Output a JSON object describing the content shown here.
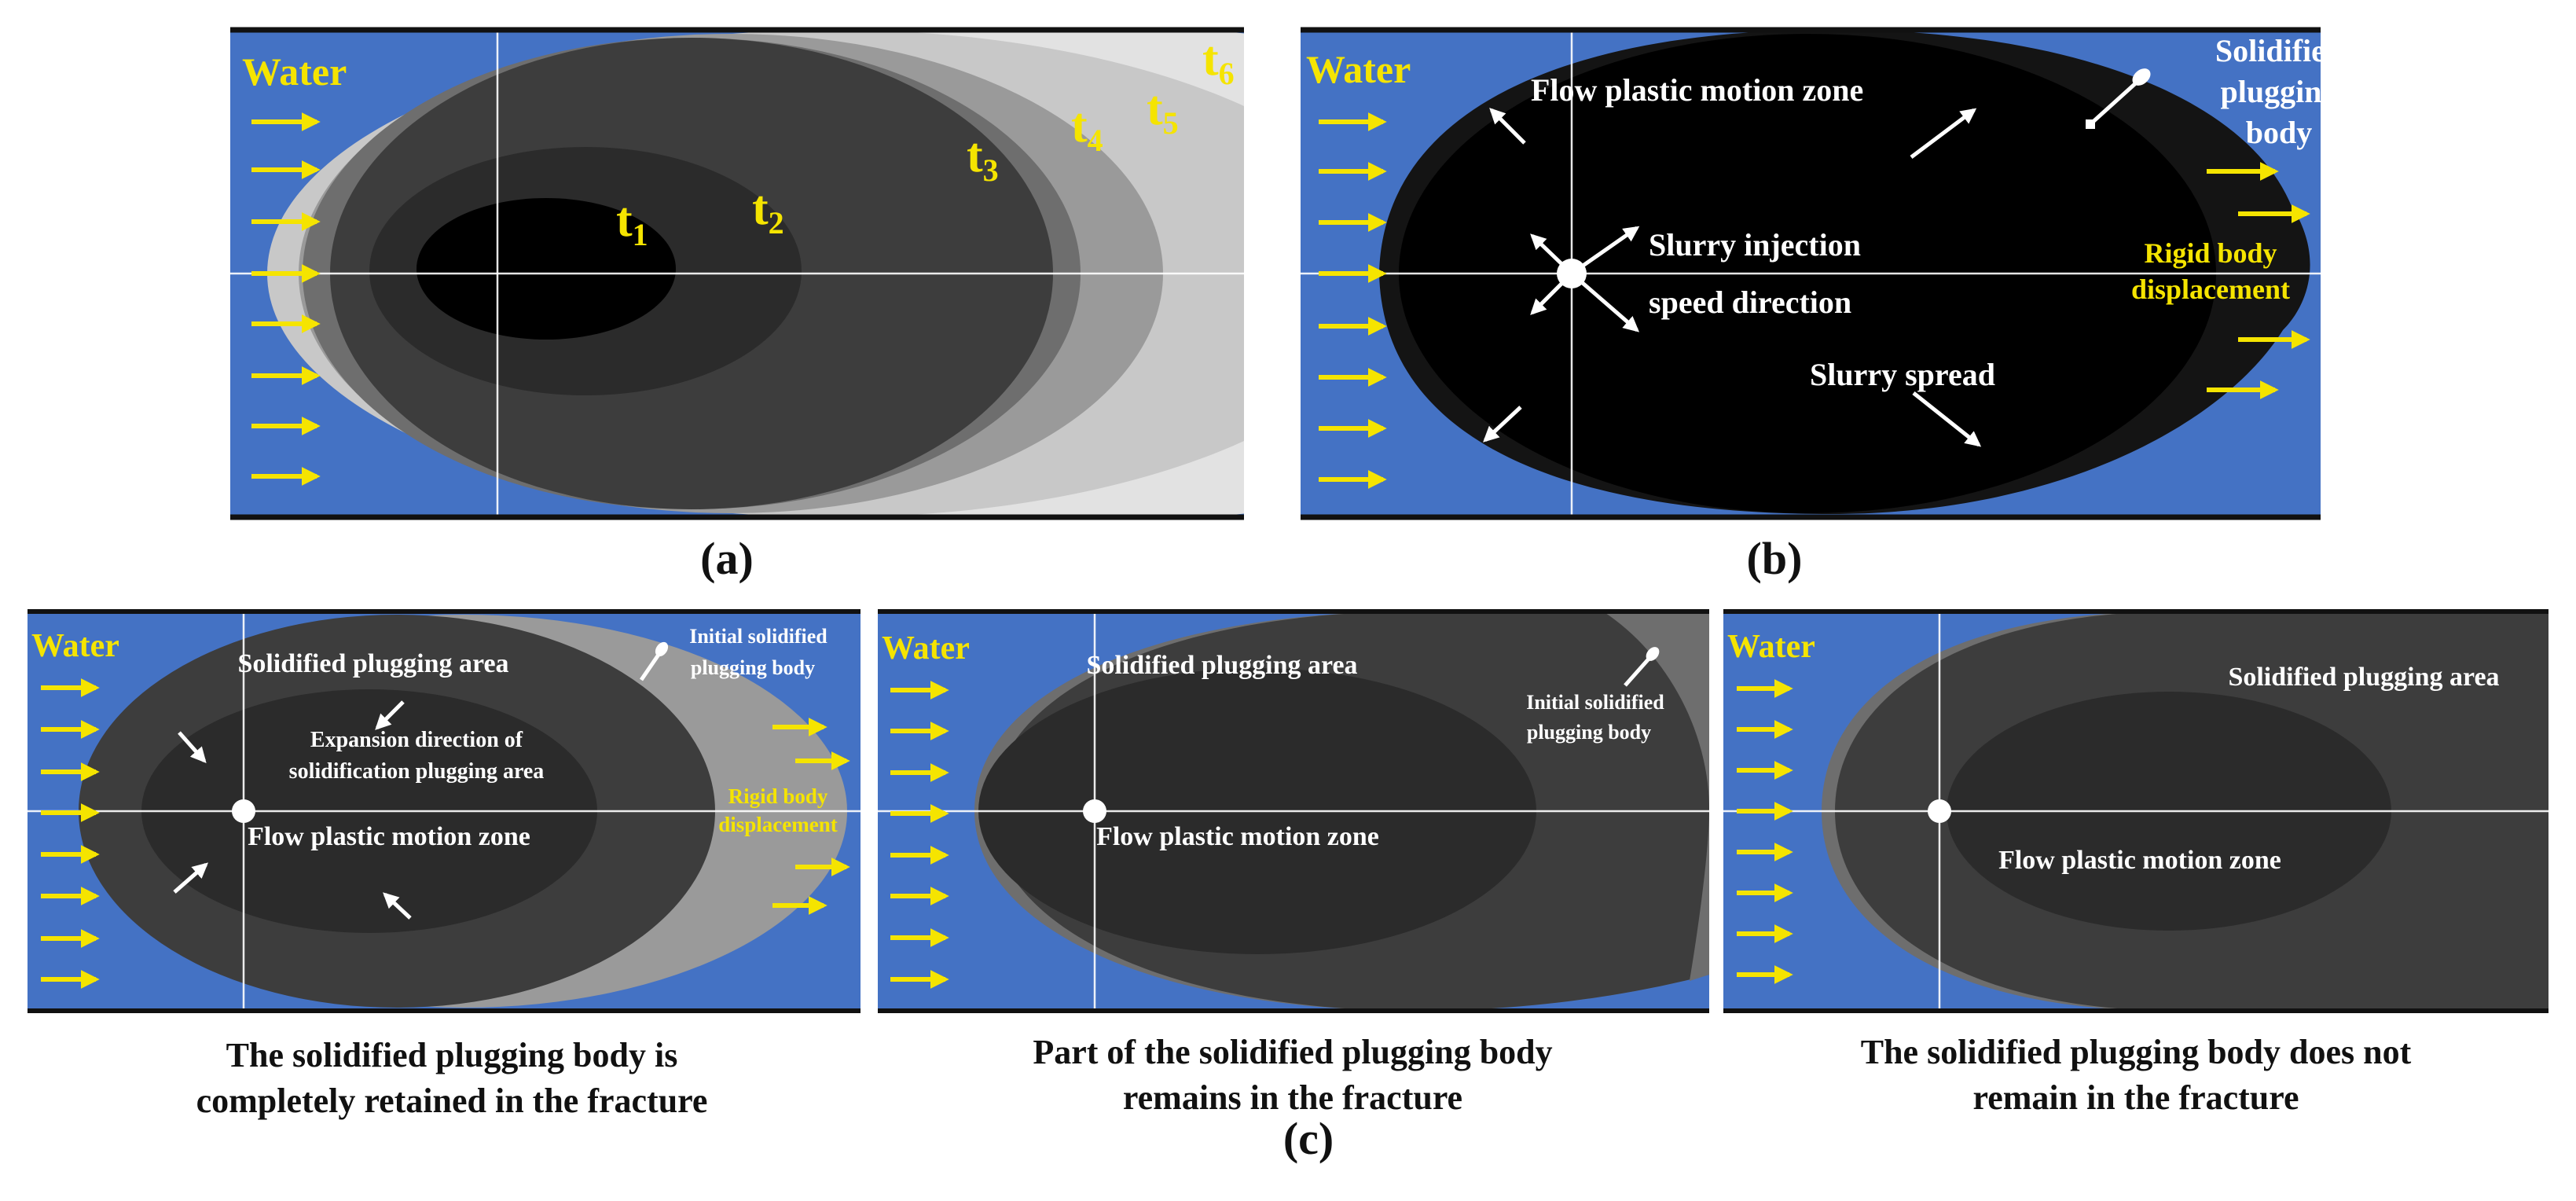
{
  "colors": {
    "water_blue": "#4472c4",
    "zone_black": "#000000",
    "zone_darkest": "#141414",
    "zone_dark": "#2b2b2b",
    "zone_mid": "#3d3d3d",
    "zone_gray": "#6e6e6e",
    "zone_light": "#9a9a9a",
    "zone_lighter": "#c8c8c8",
    "zone_lightest": "#e2e2e2",
    "label_yellow": "#f5e400",
    "label_white": "#ffffff",
    "border_black": "#111111"
  },
  "panel_a": {
    "water": "Water",
    "times": [
      {
        "t": "t",
        "sub": "1"
      },
      {
        "t": "t",
        "sub": "2"
      },
      {
        "t": "t",
        "sub": "3"
      },
      {
        "t": "t",
        "sub": "4"
      },
      {
        "t": "t",
        "sub": "5"
      },
      {
        "t": "t",
        "sub": "6"
      }
    ],
    "caption": "(a)"
  },
  "panel_b": {
    "water": "Water",
    "flow_zone": "Flow plastic motion zone",
    "solidified_1": "Solidified",
    "solidified_2": "plugging",
    "solidified_3": "body",
    "injection_1": "Slurry injection",
    "injection_2": "speed direction",
    "rigid_1": "Rigid body",
    "rigid_2": "displacement",
    "spread": "Slurry spread",
    "caption": "(b)"
  },
  "panel_c1": {
    "water": "Water",
    "solid_area": "Solidified plugging area",
    "initial_1": "Initial solidified",
    "initial_2": "plugging body",
    "expansion_1": "Expansion direction of",
    "expansion_2": "solidification plugging area",
    "rigid_1": "Rigid body",
    "rigid_2": "displacement",
    "flow_zone": "Flow plastic motion zone",
    "caption_1": "The solidified plugging body is",
    "caption_2": "completely retained in the fracture"
  },
  "panel_c2": {
    "water": "Water",
    "solid_area": "Solidified plugging area",
    "initial_1": "Initial solidified",
    "initial_2": "plugging body",
    "flow_zone": "Flow plastic motion zone",
    "caption_1": "Part of the solidified plugging body",
    "caption_2": "remains in the fracture"
  },
  "panel_c3": {
    "water": "Water",
    "solid_area": "Solidified plugging area",
    "flow_zone": "Flow plastic motion zone",
    "caption_1": "The solidified plugging body does not",
    "caption_2": "remain in the fracture"
  },
  "caption_c": "(c)"
}
